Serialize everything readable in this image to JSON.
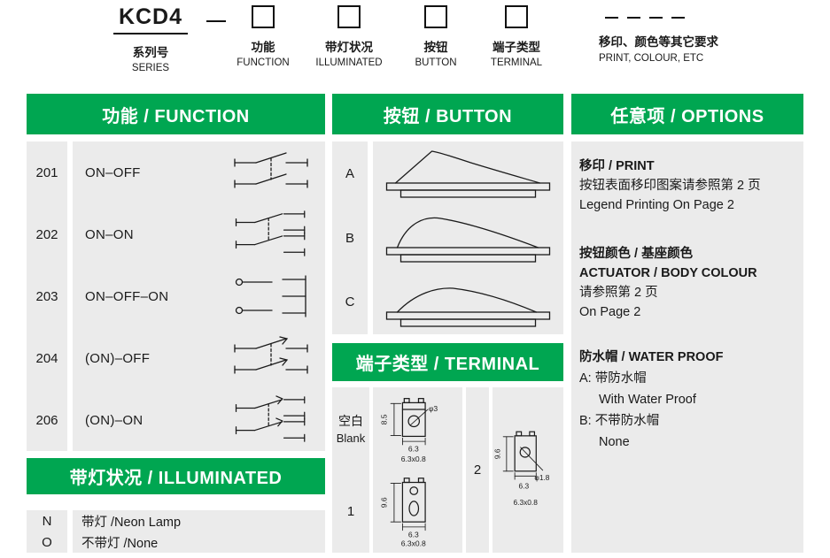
{
  "colors": {
    "header_green": "#00A651",
    "panel_gray": "#EBEBEB"
  },
  "ordering": {
    "series_code": "KCD4",
    "series_label_cn": "系列号",
    "series_label_en": "SERIES",
    "slots": [
      {
        "label_cn": "功能",
        "label_en": "FUNCTION"
      },
      {
        "label_cn": "带灯状况",
        "label_en": "ILLUMINATED"
      },
      {
        "label_cn": "按钮",
        "label_en": "BUTTON"
      },
      {
        "label_cn": "端子类型",
        "label_en": "TERMINAL"
      }
    ],
    "options_slot": {
      "label_cn": "移印、颜色等其它要求",
      "label_en": "PRINT, COLOUR, ETC"
    }
  },
  "function_section": {
    "header": "功能 / FUNCTION",
    "rows": [
      {
        "code": "201",
        "label": "ON–OFF"
      },
      {
        "code": "202",
        "label": "ON–ON"
      },
      {
        "code": "203",
        "label": "ON–OFF–ON"
      },
      {
        "code": "204",
        "label": "(ON)–OFF"
      },
      {
        "code": "206",
        "label": "(ON)–ON"
      }
    ]
  },
  "illuminated_section": {
    "header": "带灯状况 / ILLUMINATED",
    "rows": [
      {
        "code": "N",
        "label": "带灯 /Neon Lamp"
      },
      {
        "code": "O",
        "label": "不带灯 /None"
      }
    ]
  },
  "button_section": {
    "header": "按钮 / BUTTON",
    "rows": [
      {
        "code": "A"
      },
      {
        "code": "B"
      },
      {
        "code": "C"
      }
    ]
  },
  "terminal_section": {
    "header": "端子类型 / TERMINAL",
    "blank": {
      "code_cn": "空白",
      "code_en": "Blank",
      "dim_height": "8.5",
      "dim_hole": "φ3",
      "dim_width": "6.3",
      "dim_pin": "6.3x0.8"
    },
    "t1": {
      "code": "1",
      "dim_height": "9.6",
      "dim_width": "6.3",
      "dim_pin": "6.3x0.8"
    },
    "t2": {
      "code": "2",
      "dim_height": "9.6",
      "dim_hole": "φ1.8",
      "dim_width": "6.3",
      "dim_pin": "6.3x0.8"
    }
  },
  "options_section": {
    "header": "任意项 / OPTIONS",
    "print": {
      "title": "移印 / PRINT",
      "line_cn": "按钮表面移印图案请参照第 2 页",
      "line_en": "Legend Printing On Page 2"
    },
    "colour": {
      "title_cn": "按钮颜色 / 基座颜色",
      "title_en": "ACTUATOR / BODY COLOUR",
      "line_cn": "请参照第 2 页",
      "line_en": "On Page 2"
    },
    "waterproof": {
      "title": "防水帽 / WATER PROOF",
      "option_a": "A: 带防水帽",
      "option_a_en": "With Water Proof",
      "option_b": "B: 不带防水帽",
      "option_b_en": "None"
    }
  }
}
